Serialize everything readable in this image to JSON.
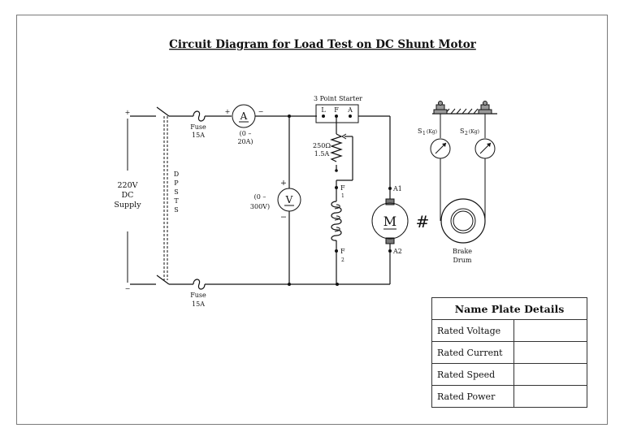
{
  "title": "Circuit Diagram for Load Test on DC Shunt Motor",
  "supply": {
    "line1": "220V",
    "line2": "DC",
    "line3": "Supply",
    "plus": "+",
    "minus": "−"
  },
  "dpst": [
    "D",
    "P",
    "S",
    "T",
    "S"
  ],
  "fuse_top": {
    "line1": "Fuse",
    "line2": "15A"
  },
  "fuse_bottom": {
    "line1": "Fuse",
    "line2": "15A"
  },
  "ammeter": {
    "symbol": "A",
    "range_line1": "(0 –",
    "range_line2": "20A)",
    "plus": "+",
    "minus": "−"
  },
  "voltmeter": {
    "symbol": "V",
    "range_line1": "(0 –",
    "range_line2": "300V)",
    "plus": "+",
    "minus": "−"
  },
  "starter": {
    "title": "3 Point Starter",
    "terms": [
      "L",
      "F",
      "A"
    ]
  },
  "rheostat": {
    "line1": "250Ω",
    "line2": "1.5A"
  },
  "field": {
    "f1": "F",
    "f1_sub": "1",
    "f2": "F",
    "f2_sub": "2"
  },
  "motor": {
    "symbol": "M",
    "a1": "A1",
    "a2": "A2",
    "coupling": "#"
  },
  "spring_balances": {
    "s1": "S",
    "s1_sub": "1",
    "s2": "S",
    "s2_sub": "2",
    "unit": "(Kg)"
  },
  "brake": {
    "line1": "Brake",
    "line2": "Drum"
  },
  "name_plate": {
    "title": "Name Plate Details",
    "rows": [
      {
        "label": "Rated Voltage",
        "value": ""
      },
      {
        "label": "Rated Current",
        "value": ""
      },
      {
        "label": "Rated Speed",
        "value": ""
      },
      {
        "label": "Rated Power",
        "value": ""
      }
    ]
  }
}
